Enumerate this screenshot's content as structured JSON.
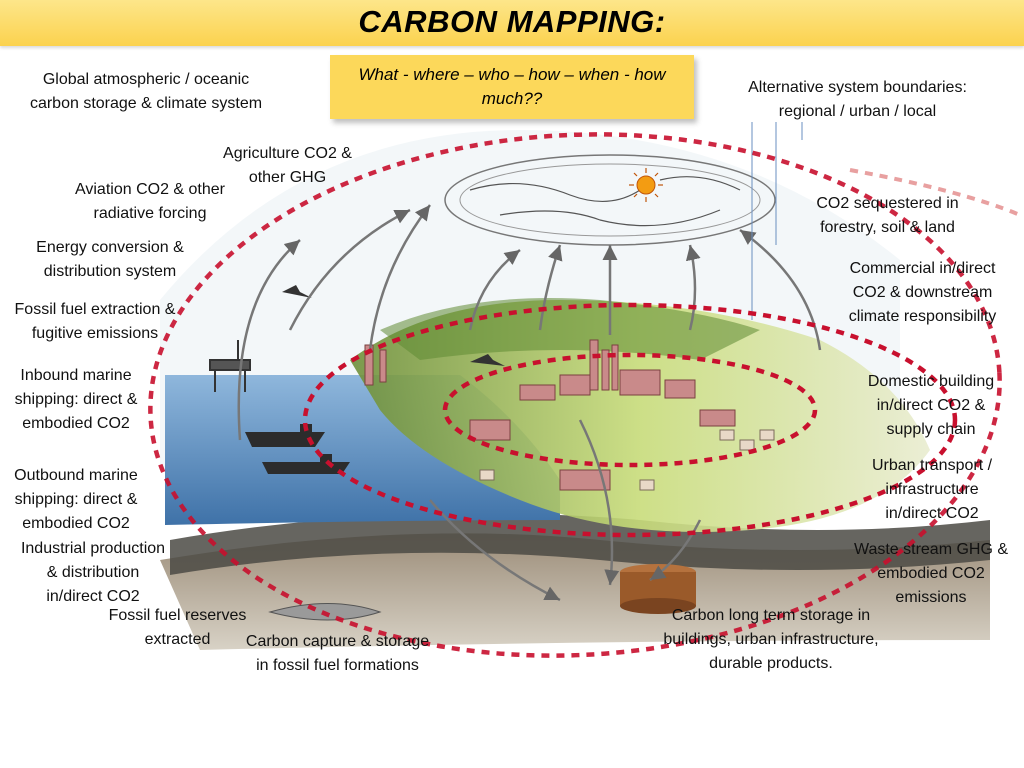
{
  "title": "CARBON MAPPING:",
  "subtitle": "What - where – who – how – when - how much??",
  "labels": {
    "global": "Global atmospheric / oceanic\ncarbon storage & climate system",
    "agriculture": "Agriculture CO2 &\nother GHG",
    "aviation": "Aviation CO2 & other\nradiative forcing",
    "energy": "Energy conversion &\ndistribution system",
    "fossil_extraction": "Fossil fuel extraction &\nfugitive emissions",
    "inbound": "Inbound marine\nshipping: direct &\nembodied CO2",
    "outbound": "Outbound marine\nshipping: direct &\nembodied CO2",
    "industrial": "Industrial production\n& distribution\nin/direct CO2",
    "reserves": "Fossil fuel reserves\nextracted",
    "ccs": "Carbon capture & storage\nin fossil fuel formations",
    "alt_boundaries": "Alternative system boundaries:\nregional / urban / local",
    "sequestered": "CO2 sequestered in\nforestry, soil & land",
    "commercial": "Commercial in/direct\nCO2 & downstream\nclimate responsibility",
    "domestic": "Domestic building\nin/direct CO2 &\nsupply chain",
    "urban_transport": "Urban transport /\ninfrastructure\nin/direct CO2",
    "waste": "Waste stream GHG &\nembodied CO2\nemissions",
    "long_term": "Carbon long term storage  in\nbuildings, urban infrastructure,\ndurable products."
  },
  "colors": {
    "title_bg": "#fbd24e",
    "boundary_red": "#c8102e",
    "sea": "#5b8fc0",
    "land": "#a8c95a",
    "ground": "#7a6a58",
    "sun": "#f39c12"
  }
}
